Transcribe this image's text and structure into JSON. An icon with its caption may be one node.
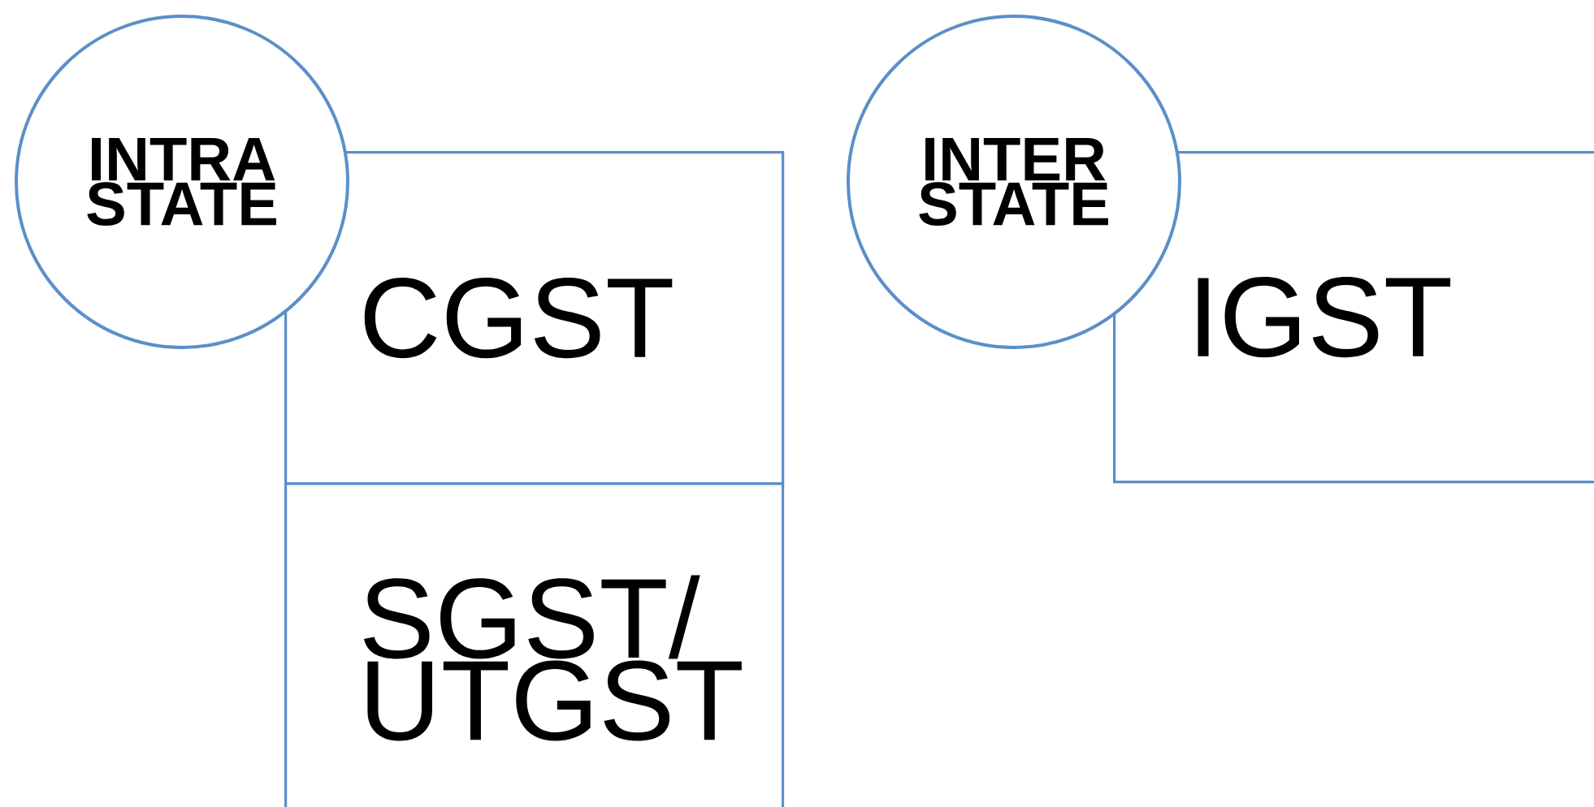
{
  "diagram": {
    "nodes": [
      {
        "text": [
          "INTRA STATE"
        ]
      },
      {
        "text": [
          "CGST"
        ]
      },
      {
        "text": [
          "SGST/ UTGST"
        ]
      },
      {
        "text": [
          "INTER STATE"
        ]
      },
      {
        "text": [
          "IGST"
        ]
      }
    ]
  }
}
